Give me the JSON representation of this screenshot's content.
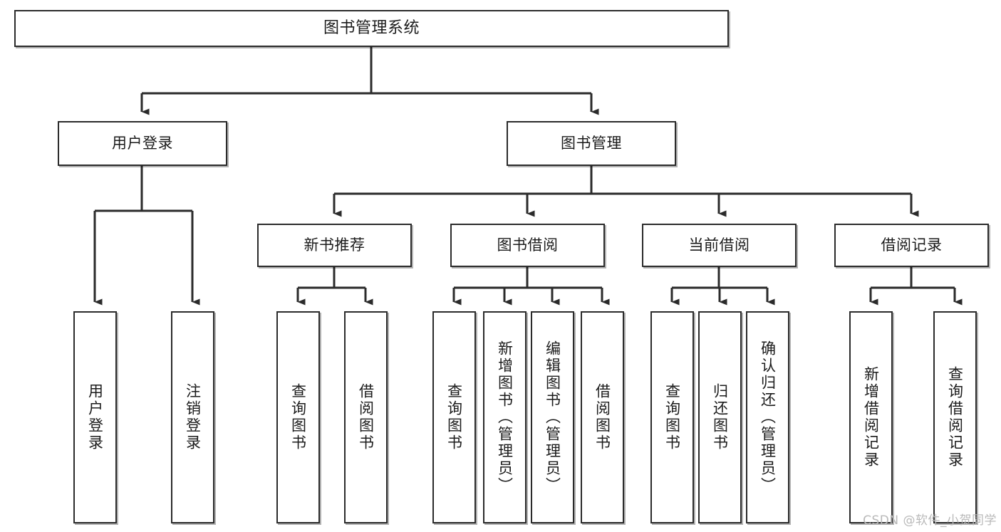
{
  "diagram": {
    "title": "图书管理系统",
    "type": "tree",
    "watermark": "CSDN @软件_小贺同学",
    "style": {
      "background": "#ffffff",
      "box_border": "#2b2b2b",
      "box_fill": "#ffffff",
      "connector": "#2b2b2b",
      "text": "#1b1b1b",
      "watermark_color": "#b9b9b9"
    },
    "nodes": {
      "root": {
        "label": "图书管理系统"
      },
      "level2": [
        {
          "label": "用户登录"
        },
        {
          "label": "图书管理"
        }
      ],
      "level3": [
        {
          "label": "新书推荐"
        },
        {
          "label": "图书借阅"
        },
        {
          "label": "当前借阅"
        },
        {
          "label": "借阅记录"
        }
      ],
      "leaves": {
        "user_login": [
          {
            "label": "用户登录"
          },
          {
            "label": "注销登录"
          }
        ],
        "new_book_recommend": [
          {
            "label": "查询图书"
          },
          {
            "label": "借阅图书"
          }
        ],
        "book_borrow": [
          {
            "label": "查询图书"
          },
          {
            "label": "新增图书（管理员）"
          },
          {
            "label": "编辑图书（管理员）"
          },
          {
            "label": "借阅图书"
          }
        ],
        "current_borrow": [
          {
            "label": "查询图书"
          },
          {
            "label": "归还图书"
          },
          {
            "label": "确认归还（管理员）"
          }
        ],
        "borrow_record": [
          {
            "label": "新增借阅记录"
          },
          {
            "label": "查询借阅记录"
          }
        ]
      }
    }
  }
}
